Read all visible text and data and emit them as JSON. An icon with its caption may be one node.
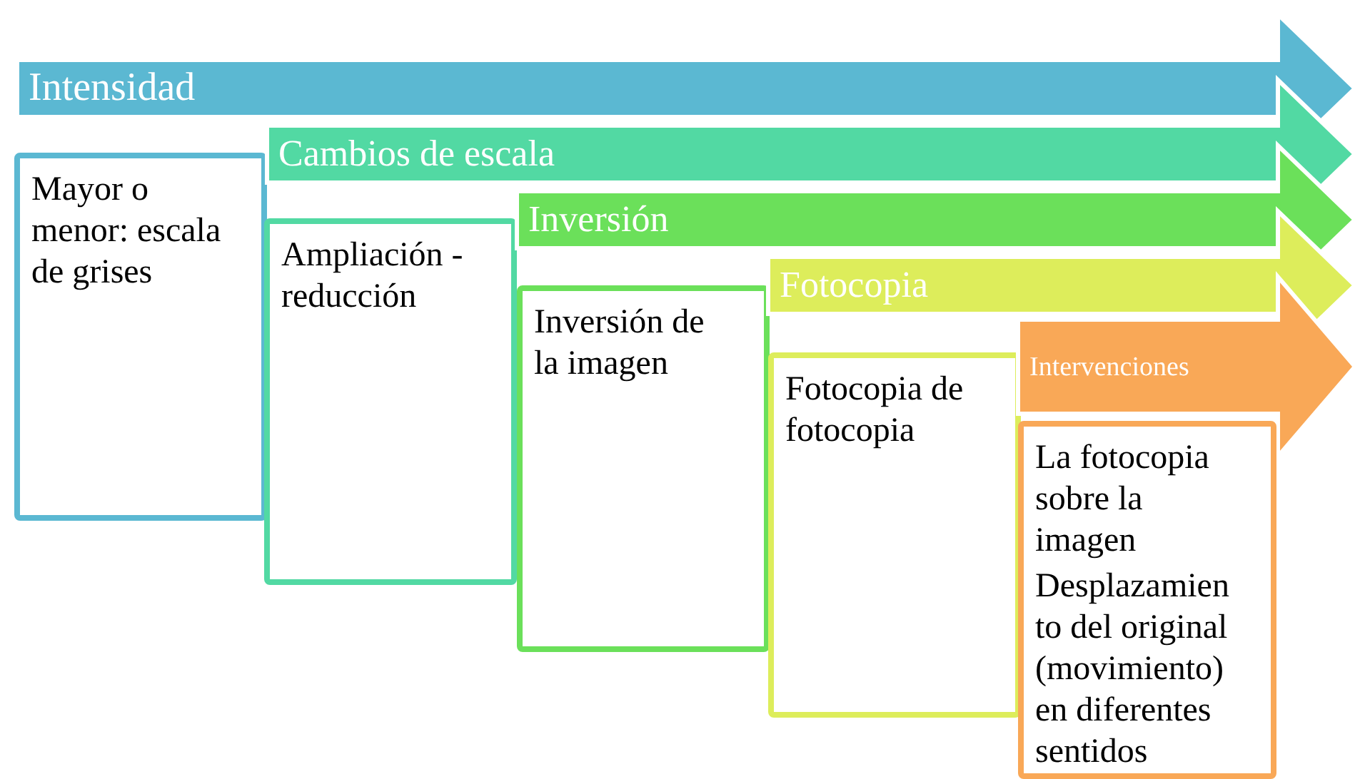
{
  "diagram": {
    "nodes": [
      {
        "text": [
          "Intensidad"
        ]
      },
      {
        "text": [
          "Mayor o menor: escala de grises"
        ]
      },
      {
        "text": [
          "Cambios de escala"
        ]
      },
      {
        "text": [
          "Ampliación - reducción"
        ]
      },
      {
        "text": [
          "Inversión"
        ]
      },
      {
        "text": [
          "Inversión de la imagen"
        ]
      },
      {
        "text": [
          "Fotocopia"
        ]
      },
      {
        "text": [
          "Fotocopia de fotocopia"
        ]
      },
      {
        "text": [
          "Intervenciones"
        ]
      },
      {
        "text": [
          "La fotocopia sobre la imagen",
          "Desplazamiento del original (movimiento) en diferentes sentidos"
        ]
      }
    ]
  }
}
